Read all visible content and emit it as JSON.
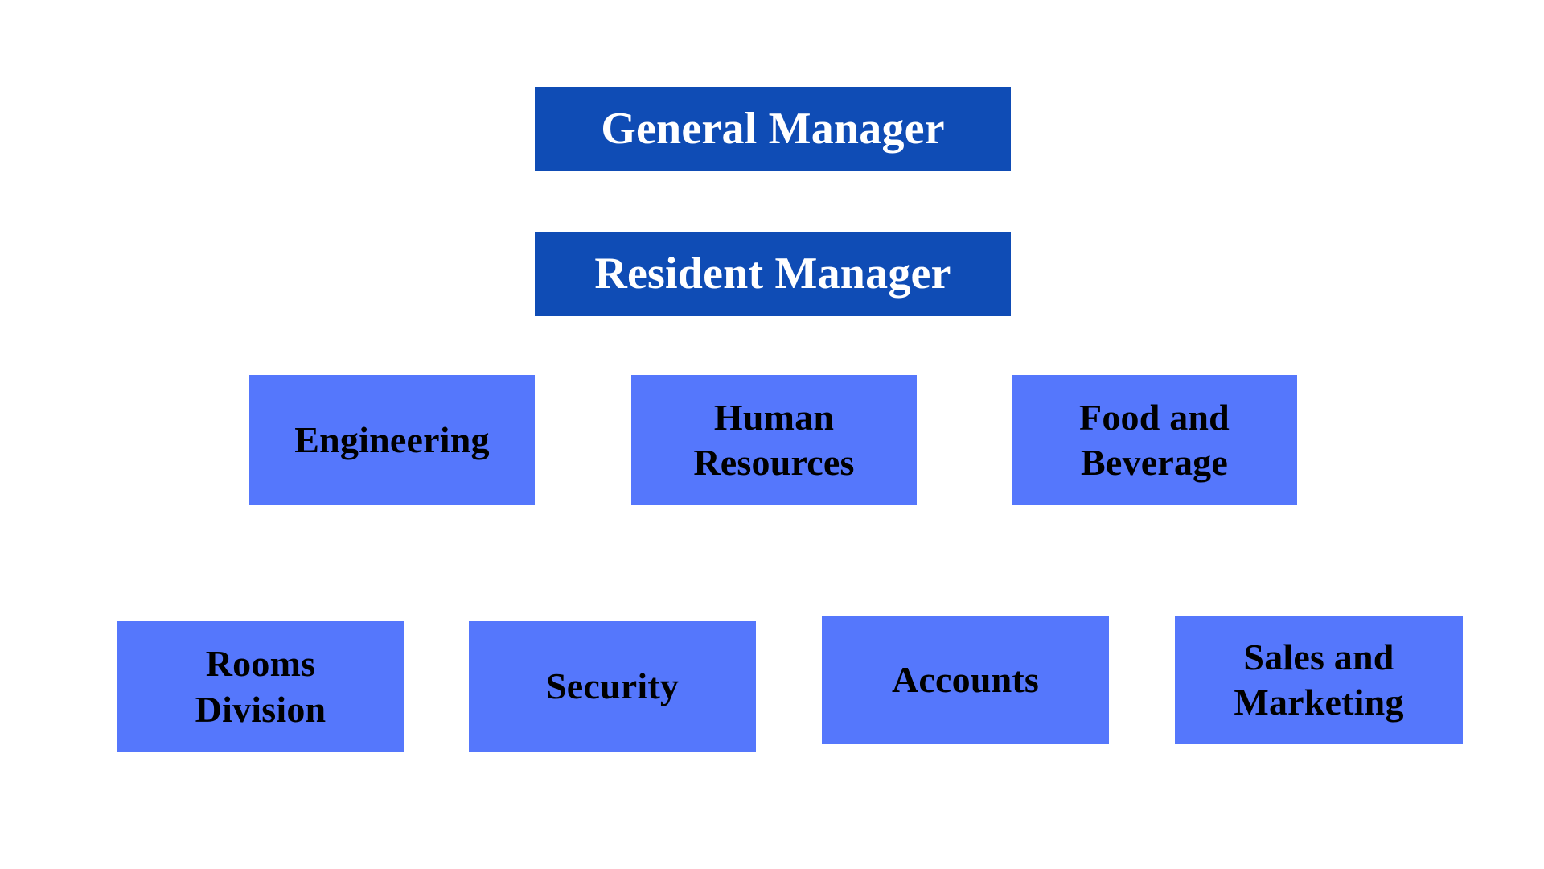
{
  "chart": {
    "type": "org-chart",
    "background_color": "#FFFFFF",
    "levels": [
      {
        "level": 1,
        "box_color": "#0F4CB5",
        "text_color": "#FFFFFF",
        "nodes": [
          {
            "id": "general-manager",
            "label": "General Manager"
          }
        ]
      },
      {
        "level": 2,
        "box_color": "#0F4CB5",
        "text_color": "#FFFFFF",
        "nodes": [
          {
            "id": "resident-manager",
            "label": "Resident Manager"
          }
        ]
      },
      {
        "level": 3,
        "box_color": "#5577FC",
        "text_color": "#000000",
        "nodes": [
          {
            "id": "engineering",
            "label": "Engineering"
          },
          {
            "id": "human-resources",
            "label": "Human\nResources"
          },
          {
            "id": "food-and-beverage",
            "label": "Food and\nBeverage"
          }
        ]
      },
      {
        "level": 4,
        "box_color": "#5577FC",
        "text_color": "#000000",
        "nodes": [
          {
            "id": "rooms-division",
            "label": "Rooms\nDivision"
          },
          {
            "id": "security",
            "label": "Security"
          },
          {
            "id": "accounts",
            "label": "Accounts"
          },
          {
            "id": "sales-and-marketing",
            "label": "Sales and\nMarketing"
          }
        ]
      }
    ]
  }
}
